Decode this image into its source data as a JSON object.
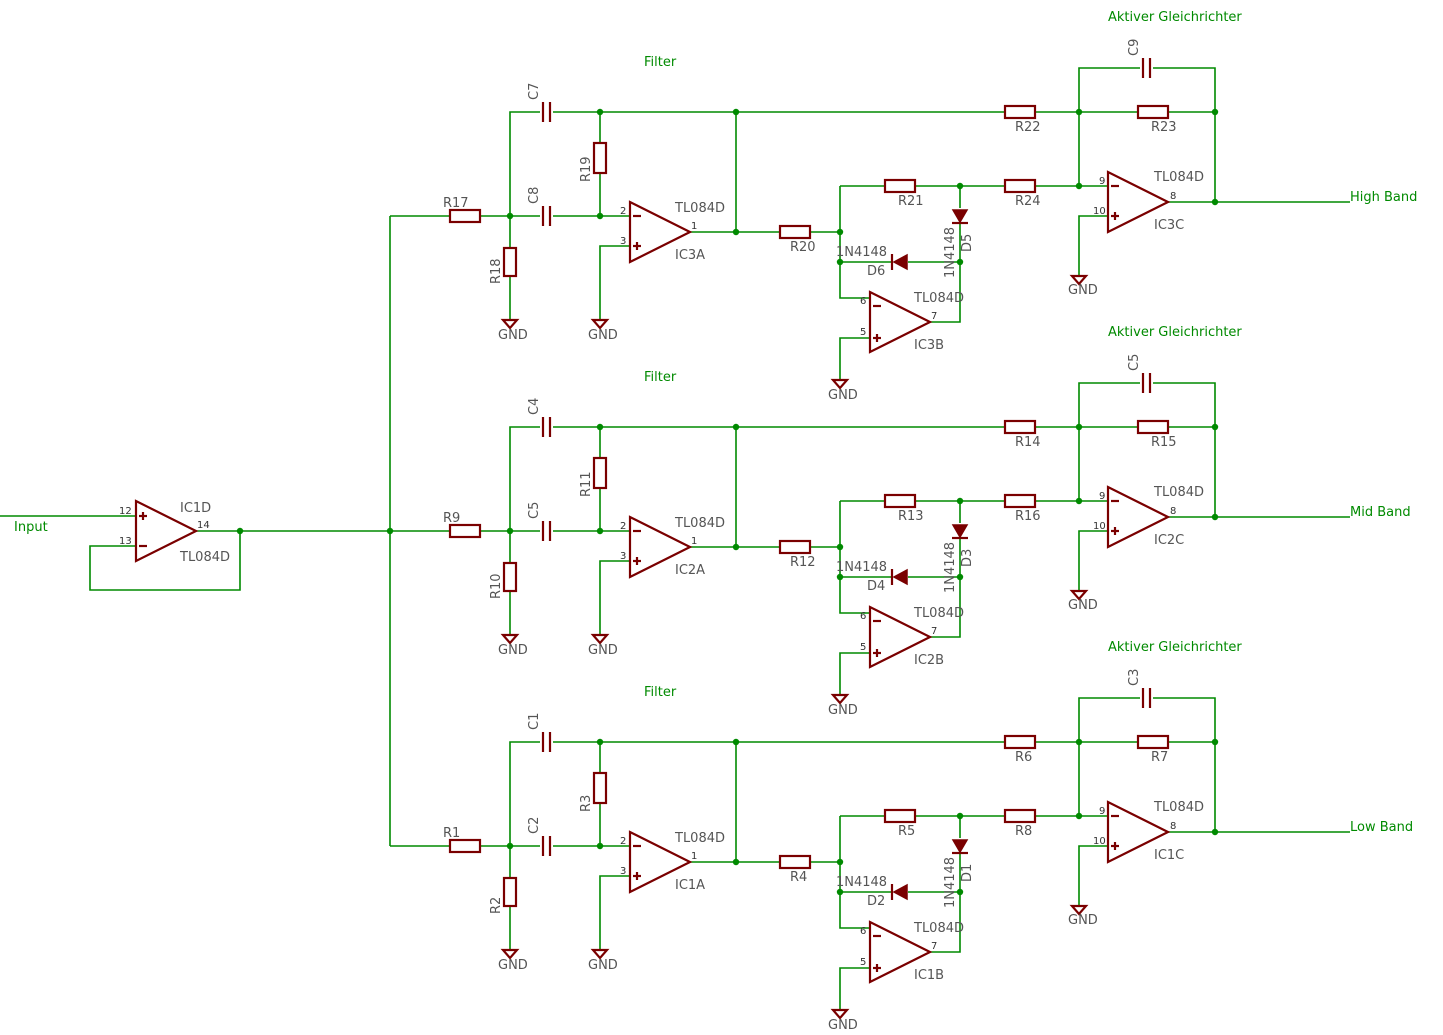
{
  "input": {
    "label": "Input",
    "buffer": {
      "name": "IC1D",
      "type": "TL084D",
      "pins": [
        "12",
        "13",
        "14"
      ]
    }
  },
  "channels": [
    {
      "output_label": "High Band",
      "filter_label": "Filter",
      "rectifier_label": "Aktiver Gleichrichter",
      "r_in": "R17",
      "c_top": "C7",
      "c_in": "C8",
      "r_shunt": "R18",
      "r_fb": "R19",
      "amp_a": "IC3A",
      "r_a": "R20",
      "r_b": "R21",
      "diode_v": "D5",
      "diode_h": "D6",
      "amp_b": "IC3B",
      "r_c": "R24",
      "r_d": "R22",
      "r_e": "R23",
      "c_e": "C9",
      "amp_c": "IC3C"
    },
    {
      "output_label": "Mid Band",
      "filter_label": "Filter",
      "rectifier_label": "Aktiver Gleichrichter",
      "r_in": "R9",
      "c_top": "C4",
      "c_in": "C5",
      "r_shunt": "R10",
      "r_fb": "R11",
      "amp_a": "IC2A",
      "r_a": "R12",
      "r_b": "R13",
      "diode_v": "D3",
      "diode_h": "D4",
      "amp_b": "IC2B",
      "r_c": "R16",
      "r_d": "R14",
      "r_e": "R15",
      "c_e": "C5",
      "amp_c": "IC2C"
    },
    {
      "output_label": "Low Band",
      "filter_label": "Filter",
      "rectifier_label": "Aktiver Gleichrichter",
      "r_in": "R1",
      "c_top": "C1",
      "c_in": "C2",
      "r_shunt": "R2",
      "r_fb": "R3",
      "amp_a": "IC1A",
      "r_a": "R4",
      "r_b": "R5",
      "diode_v": "D1",
      "diode_h": "D2",
      "amp_b": "IC1B",
      "r_c": "R8",
      "r_d": "R6",
      "r_e": "R7",
      "c_e": "C3",
      "amp_c": "IC1C"
    }
  ],
  "common": {
    "opamp_type": "TL084D",
    "diode_type": "1N4148",
    "ground": "GND",
    "pins_a": [
      "2",
      "3",
      "1"
    ],
    "pins_b": [
      "6",
      "5",
      "7"
    ],
    "pins_c": [
      "9",
      "10",
      "8"
    ]
  },
  "colors": {
    "wire": "#008a00",
    "part": "#7a0000",
    "label": "#555555",
    "annotation": "#008a00"
  }
}
